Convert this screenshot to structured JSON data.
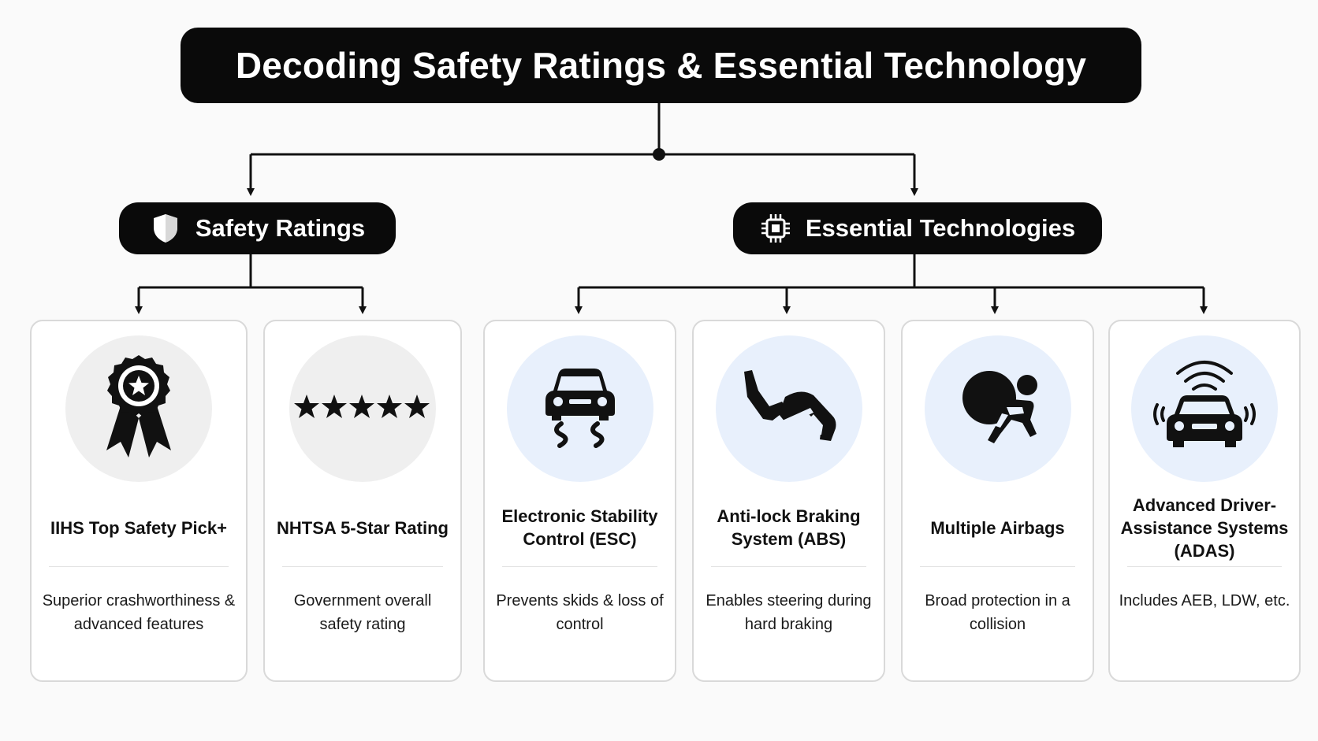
{
  "title": "Decoding Safety Ratings & Essential Technology",
  "categories": [
    {
      "label": "Safety Ratings",
      "icon": "shield-icon"
    },
    {
      "label": "Essential Technologies",
      "icon": "chip-icon"
    }
  ],
  "cards": [
    {
      "title": "IIHS Top Safety Pick+",
      "description": "Superior crashworthiness & advanced features",
      "icon": "award-ribbon-icon",
      "circle_color": "#efefef"
    },
    {
      "title": "NHTSA 5-Star Rating",
      "description": "Government overall safety rating",
      "icon": "five-stars-icon",
      "circle_color": "#efefef"
    },
    {
      "title": "Electronic Stability Control (ESC)",
      "description": "Prevents skids & loss of control",
      "icon": "skidding-car-icon",
      "circle_color": "#e8f0fc"
    },
    {
      "title": "Anti-lock Braking System (ABS)",
      "description": "Enables steering during hard braking",
      "icon": "brake-pedal-icon",
      "circle_color": "#e8f0fc"
    },
    {
      "title": "Multiple Airbags",
      "description": "Broad protection in a collision",
      "icon": "airbag-icon",
      "circle_color": "#e8f0fc"
    },
    {
      "title": "Advanced Driver-Assistance Systems (ADAS)",
      "description": "Includes AEB, LDW, etc.",
      "icon": "car-sensors-icon",
      "circle_color": "#e8f0fc"
    }
  ]
}
